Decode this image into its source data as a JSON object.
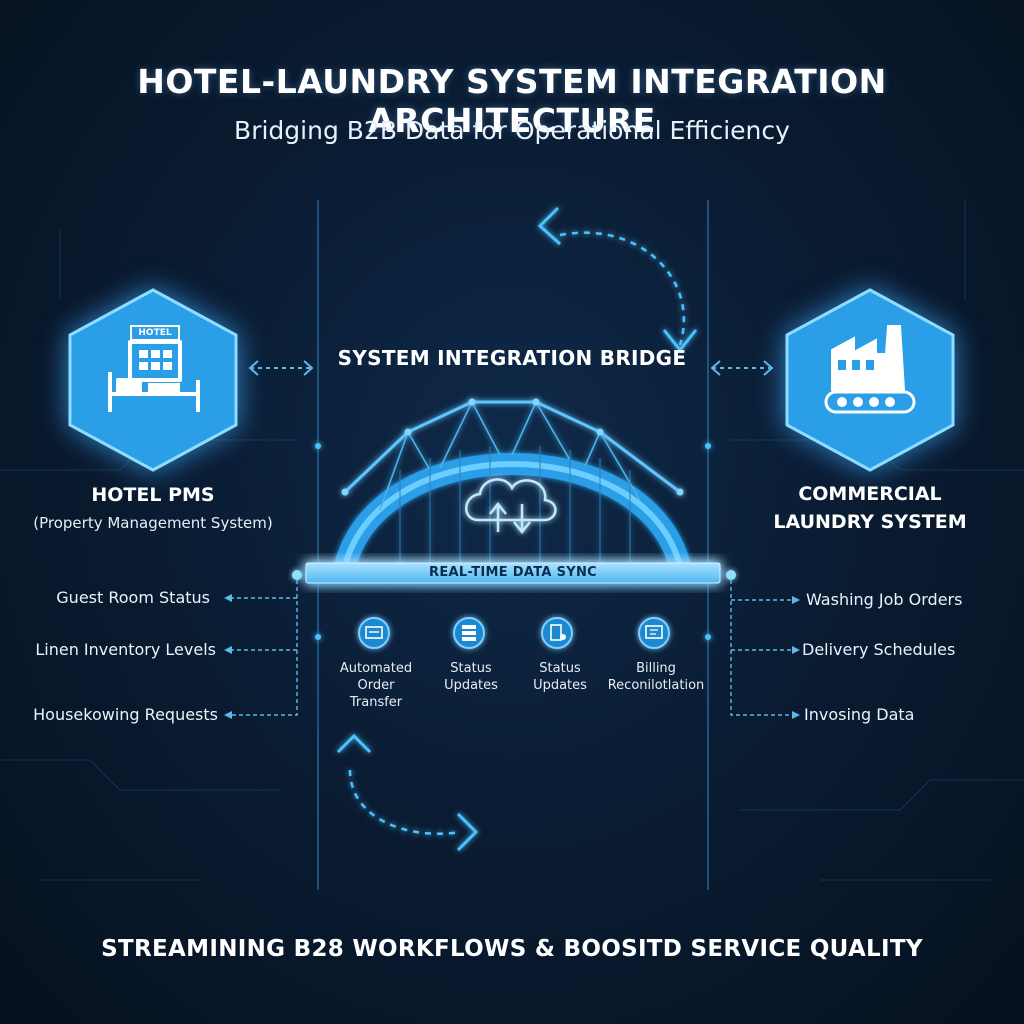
{
  "header": {
    "title": "HOTEL-LAUNDRY SYSTEM INTEGRATION ARCHITECTURE",
    "subtitle": "Bridging B2B Data for Operational Efficiency"
  },
  "left_system": {
    "icon_label": "HOTEL",
    "title": "HOTEL PMS",
    "subtitle": "(Property Management System)",
    "items": [
      "Guest Room Status",
      "Linen Inventory Levels",
      "Housekowing Requests"
    ]
  },
  "right_system": {
    "title_line1": "COMMERCIAL",
    "title_line2": "LAUNDRY SYSTEM",
    "items": [
      "Washing Job Orders",
      "Delivery Schedules",
      "Invosing Data"
    ]
  },
  "bridge": {
    "title": "SYSTEM INTEGRATION BRIDGE",
    "sync_label": "REAL-TIME DATA SYNC",
    "functions": [
      {
        "line1": "Automated Order",
        "line2": "Transfer",
        "icon": "order-transfer-icon"
      },
      {
        "line1": "Status Updates",
        "line2": "",
        "icon": "database-icon"
      },
      {
        "line1": "Status Updates",
        "line2": "",
        "icon": "status-update-icon"
      },
      {
        "line1": "Billing",
        "line2": "Reconilotlation",
        "icon": "billing-icon"
      }
    ]
  },
  "footer": {
    "text": "STREAMINING B28 WORKFLOWS & BOOSITD SERVICE QUALITY"
  },
  "colors": {
    "accent": "#3fb4ff",
    "hex_fill": "#2a9ee6",
    "background": "#0a1c33",
    "sync_bar": "#7fd0ff"
  }
}
